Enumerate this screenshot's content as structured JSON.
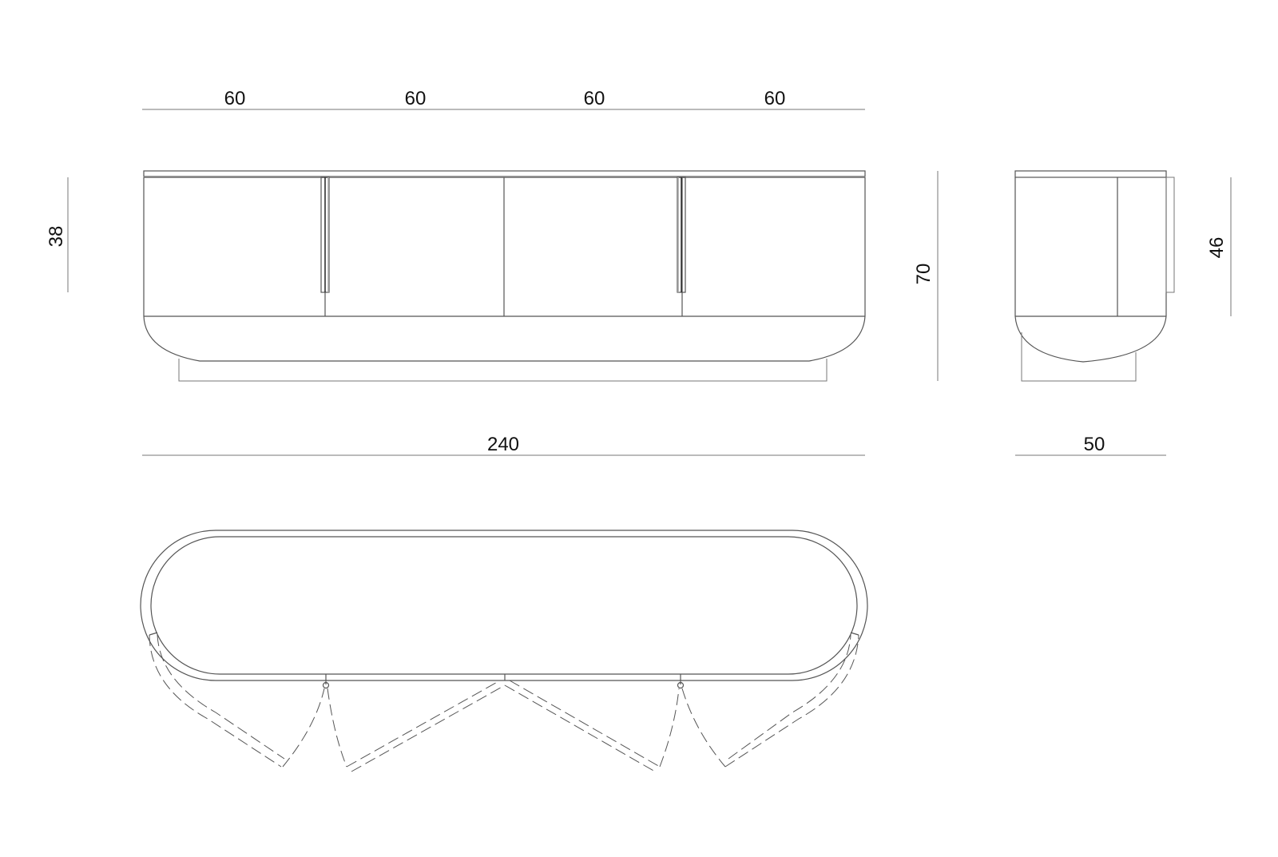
{
  "drawing": {
    "type": "furniture technical drawing",
    "subject": "sideboard / TV cabinet, 4 doors",
    "colors": {
      "line": "#555555",
      "text": "#111111",
      "background": "#ffffff"
    }
  },
  "front_view": {
    "top_dimensions": [
      "60",
      "60",
      "60",
      "60"
    ],
    "overall_width": "240",
    "door_height": "38",
    "overall_height": "70",
    "doors": 4,
    "handles": 2
  },
  "side_view": {
    "height": "46",
    "depth": "50"
  },
  "plan_view": {
    "door_swings": 4,
    "hinge_points": 2
  }
}
